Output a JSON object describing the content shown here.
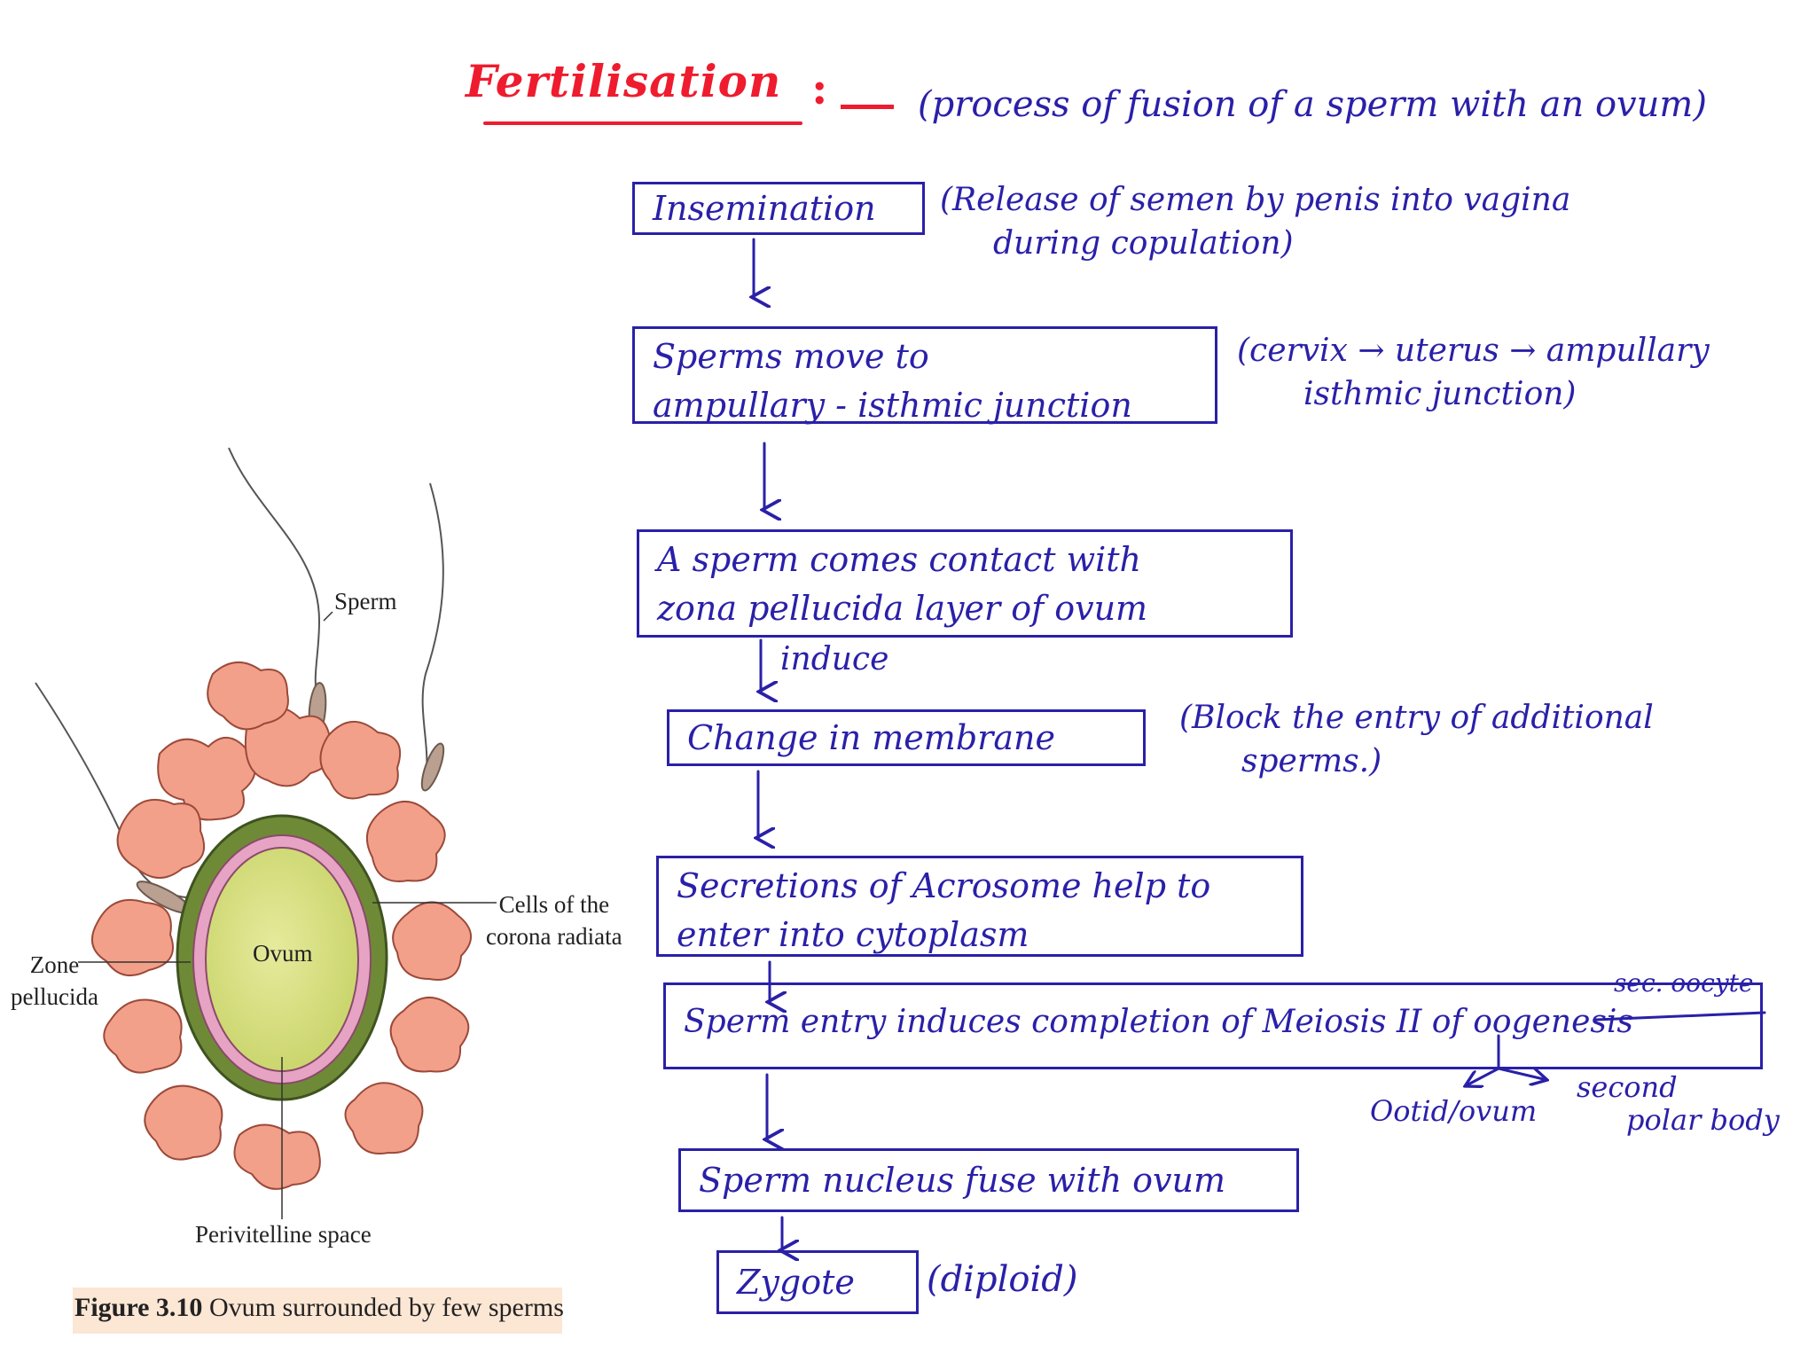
{
  "title": {
    "word": "Fertilisation",
    "separator": ":-",
    "definition": "(process of fusion of a sperm with an ovum)"
  },
  "steps": [
    {
      "lines": [
        "Insemination"
      ]
    },
    {
      "lines": [
        "Sperms move to",
        "ampullary - isthmic junction"
      ]
    },
    {
      "lines": [
        "A sperm comes contact with",
        "zona pellucida layer of ovum"
      ]
    },
    {
      "lines": [
        "Change in membrane"
      ]
    },
    {
      "lines": [
        "Secretions of Acrosome help to",
        "enter into cytoplasm"
      ]
    },
    {
      "lines": [
        "Sperm entry induces completion of Meiosis II of oogenesis"
      ]
    },
    {
      "lines": [
        "Sperm nucleus fuse with ovum"
      ]
    },
    {
      "lines": [
        "Zygote"
      ]
    }
  ],
  "notes": {
    "insemination": [
      "(Release of semen by penis into vagina",
      "during copulation)"
    ],
    "migration": [
      "(cervix → uterus → ampullary",
      "isthmic junction)"
    ],
    "induce": "induce",
    "membrane": [
      "(Block the entry of additional",
      "sperms.)"
    ],
    "sec_oocyte": "sec. oocyte",
    "ootid": "Ootid/ovum",
    "second_polar": [
      "second",
      "polar body"
    ],
    "zygote": "(diploid)"
  },
  "figure": {
    "labels": {
      "sperm": "Sperm",
      "corona": [
        "Cells of the",
        "corona radiata"
      ],
      "zona": [
        "Zone",
        "pellucida"
      ],
      "ovum": "Ovum",
      "perivitelline": "Perivitelline space"
    },
    "caption_bold": "Figure 3.10",
    "caption_text": "Ovum surrounded by few sperms"
  },
  "colors": {
    "ink_blue": "#2a20a8",
    "title_red": "#ee1c2e",
    "corona_pink": "#f2a08a",
    "zona_green": "#7a8f3a",
    "ovum_yellow": "#d8e08a",
    "perivitelline_pink": "#e7a3c4"
  }
}
